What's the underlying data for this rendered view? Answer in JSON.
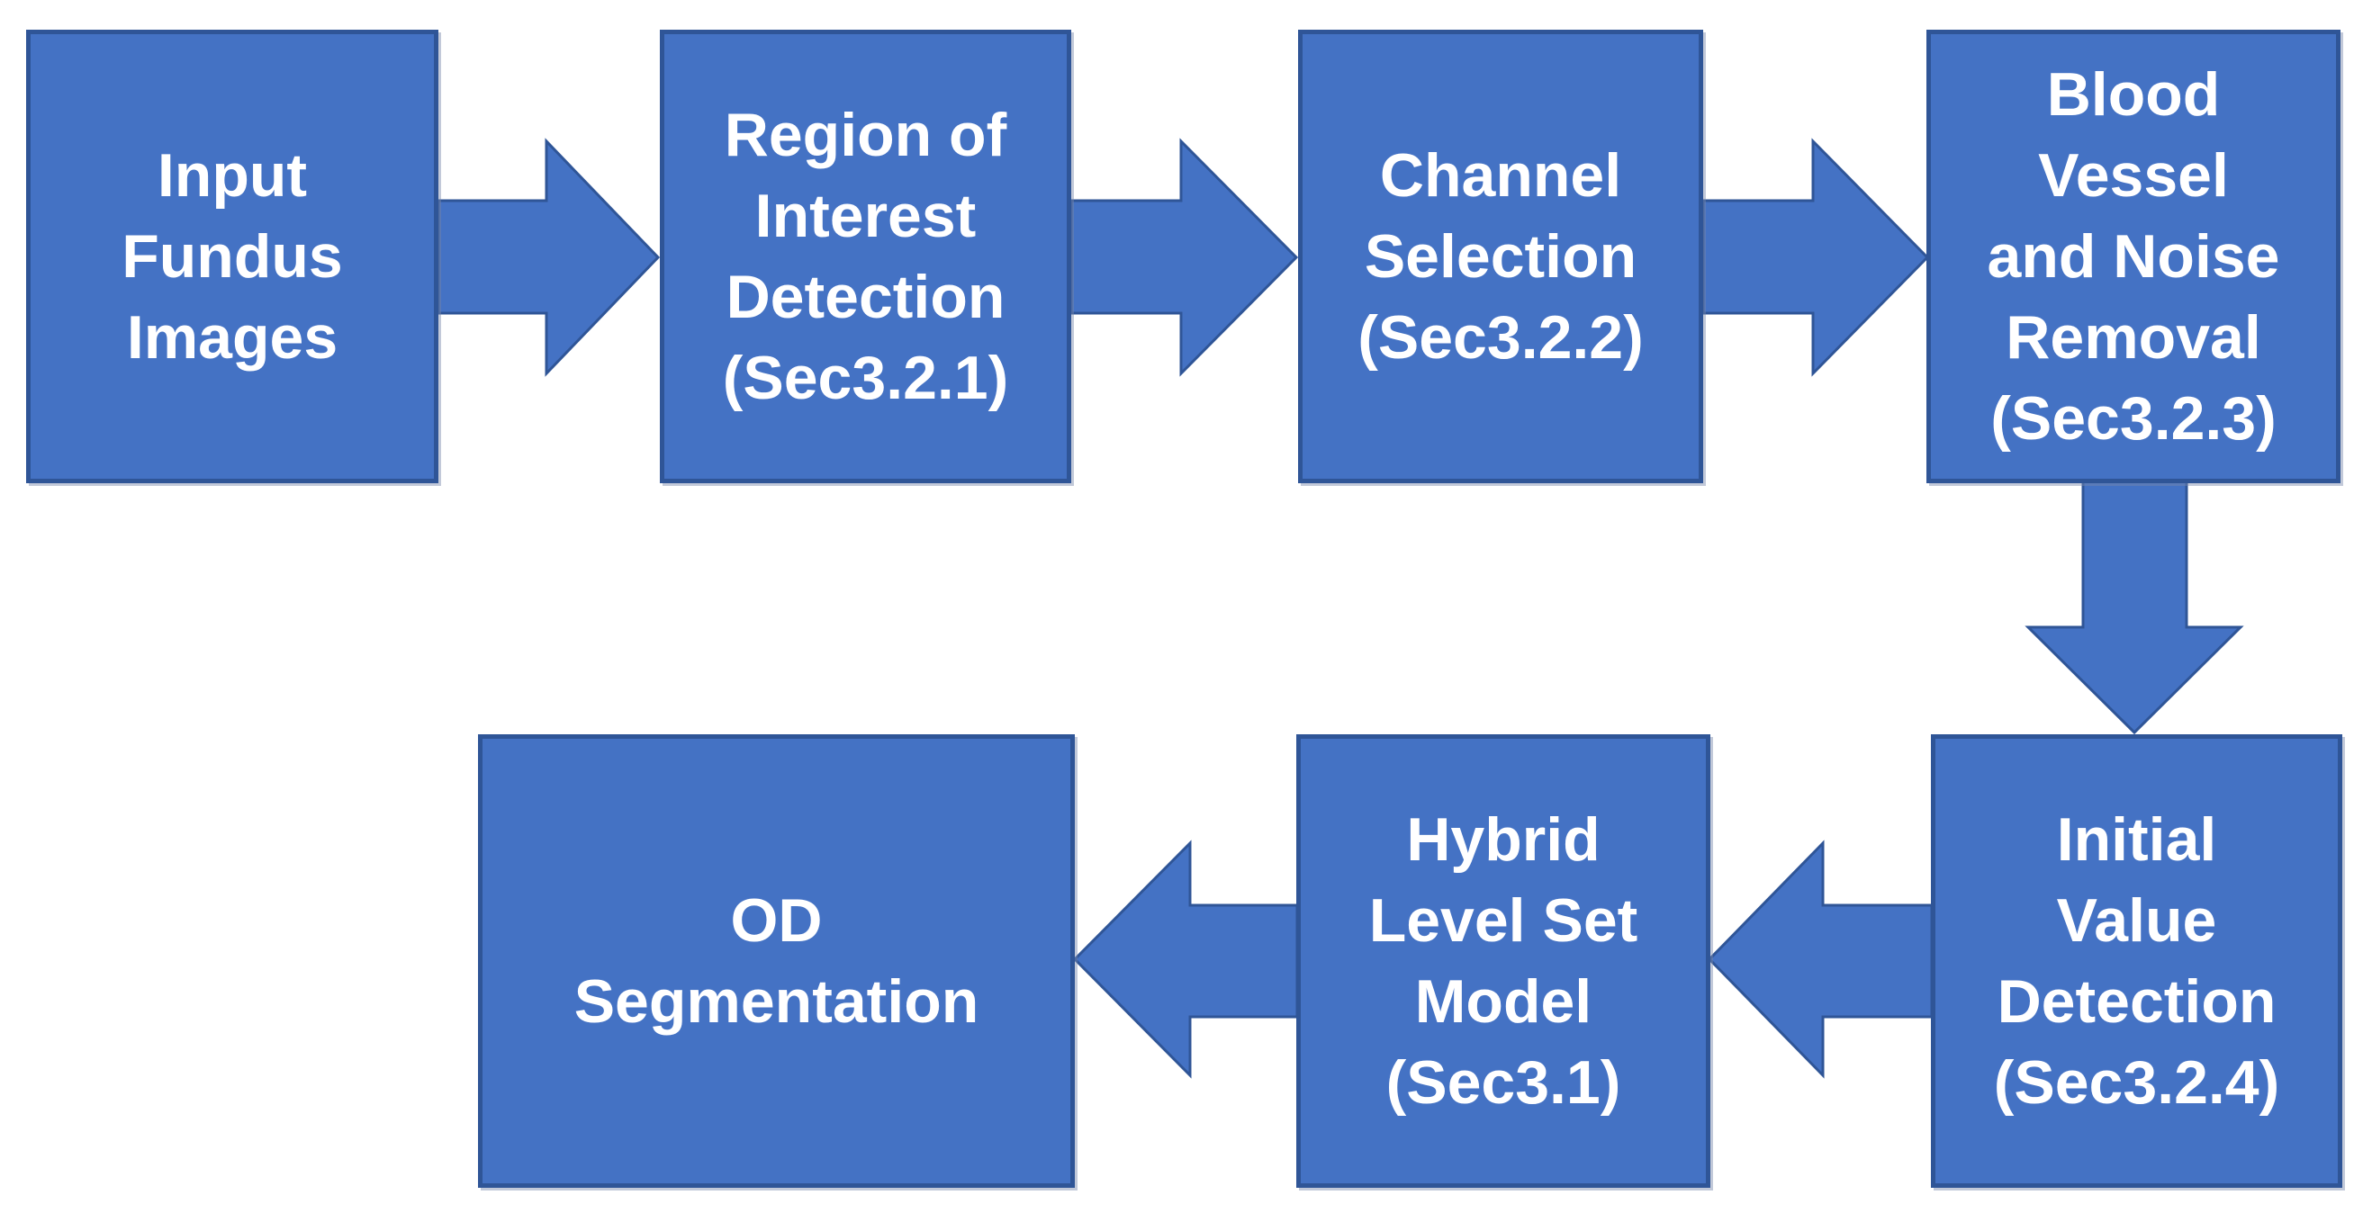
{
  "diagram": {
    "description": "Flowchart of optic disc (OD) segmentation pipeline from fundus images",
    "colors": {
      "box_fill": "#4472C4",
      "box_border": "#2F5597",
      "arrow_fill": "#4472C4",
      "arrow_border": "#2F5597",
      "text": "#FFFFFF",
      "background": "#FFFFFF"
    },
    "boxes": [
      {
        "id": "input-fundus-images",
        "label": "Input\nFundus\nImages"
      },
      {
        "id": "region-of-interest",
        "label": "Region of\nInterest\nDetection\n(Sec3.2.1)"
      },
      {
        "id": "channel-selection",
        "label": "Channel\nSelection\n(Sec3.2.2)"
      },
      {
        "id": "blood-vessel-noise-removal",
        "label": "Blood\nVessel\nand Noise\nRemoval\n(Sec3.2.3)"
      },
      {
        "id": "initial-value-detection",
        "label": "Initial\nValue\nDetection\n(Sec3.2.4)"
      },
      {
        "id": "hybrid-level-set-model",
        "label": "Hybrid\nLevel Set\nModel\n(Sec3.1)"
      },
      {
        "id": "od-segmentation",
        "label": "OD\nSegmentation"
      }
    ],
    "arrows": [
      {
        "id": "arrow-1",
        "direction": "right",
        "from": "Input Fundus Images",
        "to": "Region of Interest Detection (Sec3.2.1)"
      },
      {
        "id": "arrow-2",
        "direction": "right",
        "from": "Region of Interest Detection",
        "to": "Channel Selection (Sec3.2.2)"
      },
      {
        "id": "arrow-3",
        "direction": "right",
        "from": "Channel Selection",
        "to": "Blood Vessel and Noise Removal (Sec3.2.3)"
      },
      {
        "id": "arrow-4",
        "direction": "down",
        "from": "Blood Vessel and Noise Removal",
        "to": "Initial Value Detection (Sec3.2.4)"
      },
      {
        "id": "arrow-5",
        "direction": "left",
        "from": "Initial Value Detection",
        "to": "Hybrid Level Set Model (Sec3.1)"
      },
      {
        "id": "arrow-6",
        "direction": "left",
        "from": "Hybrid Level Set Model",
        "to": "OD Segmentation"
      }
    ]
  }
}
